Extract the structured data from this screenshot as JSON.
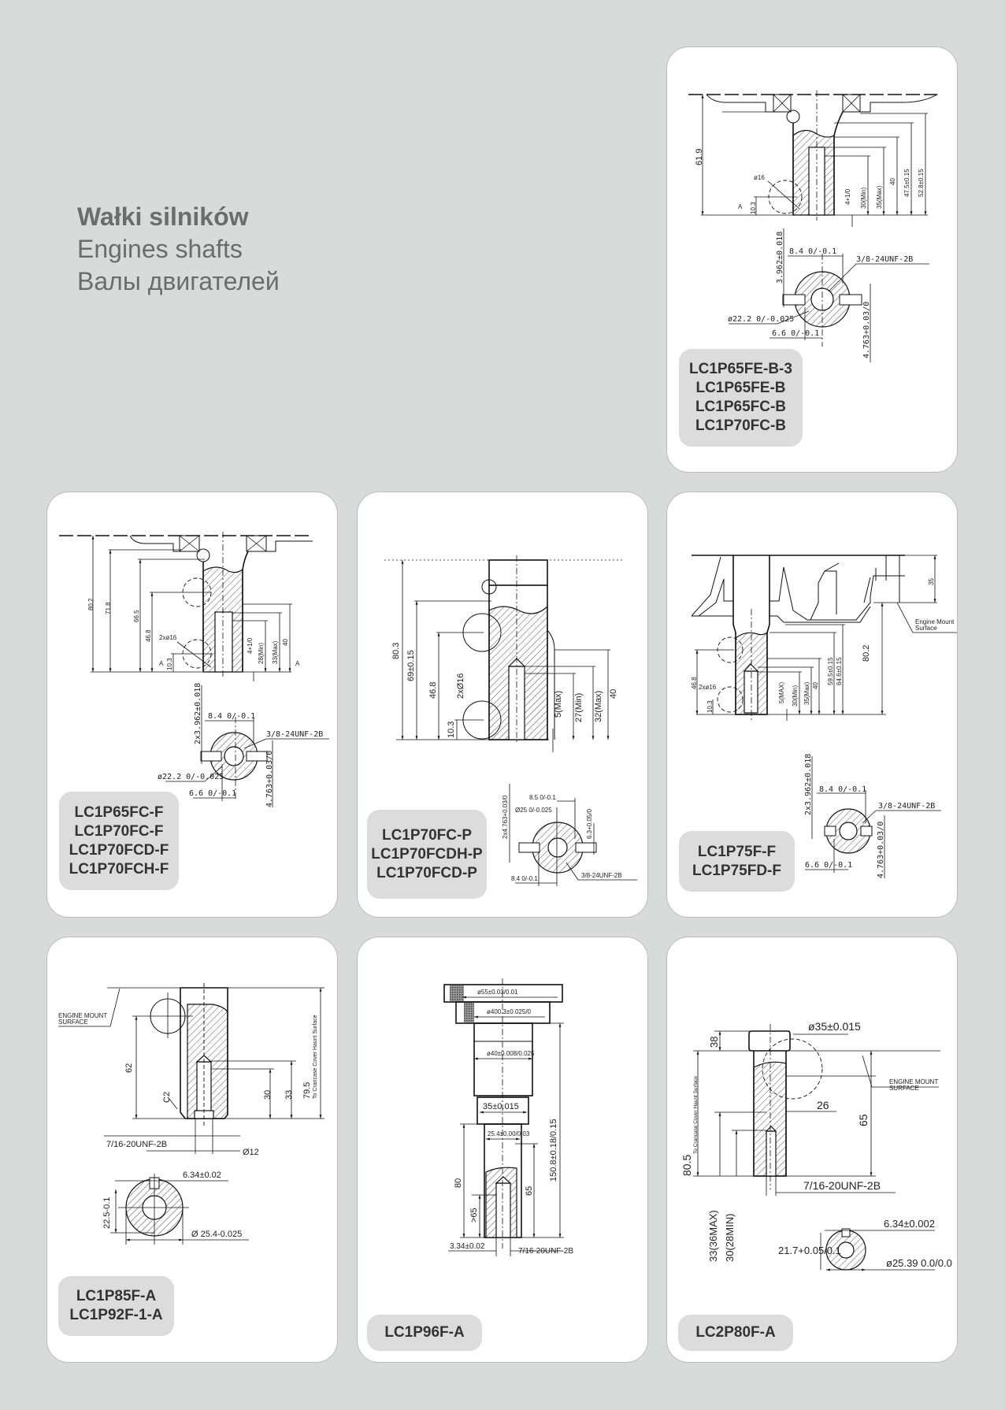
{
  "header": {
    "title_pl": "Wałki silników",
    "title_en": "Engines shafts",
    "title_ru": "Валы двигателей"
  },
  "cards": [
    {
      "models": [
        "LC1P65FE-B-3",
        "LC1P65FE-B",
        "LC1P65FC-B",
        "LC1P70FC-B"
      ],
      "dims": [
        "61.9",
        "ø16",
        "10.3",
        "A",
        "4+1/0",
        "30(Min)",
        "35(Max)",
        "40",
        "47.5±0.15",
        "52.8±0.15",
        "3.962±0.018",
        "8.4 0/-0.1",
        "3/8-24UNF-2B",
        "ø22.2 0/-0.025",
        "6.6 0/-0.1",
        "4.763+0.03/0"
      ]
    },
    {
      "models": [
        "LC1P65FC-F",
        "LC1P70FC-F",
        "LC1P70FCD-F",
        "LC1P70FCH-F"
      ],
      "dims": [
        "80.2",
        "71.8",
        "66.5",
        "46.8",
        "2xø16",
        "10.3",
        "A",
        "4+1/0",
        "28(Min)",
        "33(Max)",
        "40",
        "A",
        "2x3.962±0.018",
        "8.4 0/-0.1",
        "3/8-24UNF-2B",
        "ø22.2 0/-0.025",
        "6.6 0/-0.1",
        "4.763+0.03/0"
      ]
    },
    {
      "models": [
        "LC1P70FC-P",
        "LC1P70FCDH-P",
        "LC1P70FCD-P"
      ],
      "dims": [
        "80.3",
        "69±0.15",
        "46.8",
        "2xØ16",
        "10.3",
        "5(Max)",
        "27(Min)",
        "32(Max)",
        "40",
        "2x4.763+0.03/0",
        "8.5 0/-0.1",
        "Ø25 0/-0.025",
        "6.3+0.05/0",
        "8.4 0/-0.1",
        "3/8-24UNF-2B"
      ]
    },
    {
      "models": [
        "LC1P75F-F",
        "LC1P75FD-F"
      ],
      "dims": [
        "35",
        "Engine Mount",
        "Surface",
        "80.2",
        "46.8",
        "2xø16",
        "10.3",
        "5(MAX)",
        "30(Min)",
        "35(Max)",
        "40",
        "59.5±0.15",
        "64.6±0.15",
        "2x3.962±0.018",
        "8.4 0/-0.1",
        "3/8-24UNF-2B",
        "6.6 0/-0.1",
        "4.763+0.03/0"
      ]
    },
    {
      "models": [
        "LC1P85F-A",
        "LC1P92F-1-A"
      ],
      "dims": [
        "ENGINE MOUNT",
        "SURFACE",
        "62",
        "C2",
        "30",
        "33",
        "79.5",
        "To Crancase Cover Haunt Surface",
        "7/16-20UNF-2B",
        "Ø12",
        "6.34±0.02",
        "22.5-0.1",
        "Ø 25.4-0.025"
      ]
    },
    {
      "models": [
        "LC1P96F-A"
      ],
      "dims": [
        "ø55±0.03/0.01",
        "ø400.3±0.025/0",
        "ø40±0.008/0.025",
        "35±0.015",
        "25.4±0.00/0.03",
        "150.8±0.18/0.15",
        "80",
        "65",
        ">65",
        "3.34±0.02",
        "7/16-20UNF-2B"
      ]
    },
    {
      "models": [
        "LC2P80F-A"
      ],
      "dims": [
        "ø35±0.015",
        "38",
        "ENGINE MOUNT",
        "SURFACE",
        "26",
        "65",
        "80.5",
        "To Crancase Cover Haunt Surface",
        "7/16-20UNF-2B",
        "33(36MAX)",
        "30(28MIN)",
        "6.34±0.002",
        "21.7+0.05/0.1",
        "ø25.39 0.0/0.0"
      ]
    }
  ]
}
